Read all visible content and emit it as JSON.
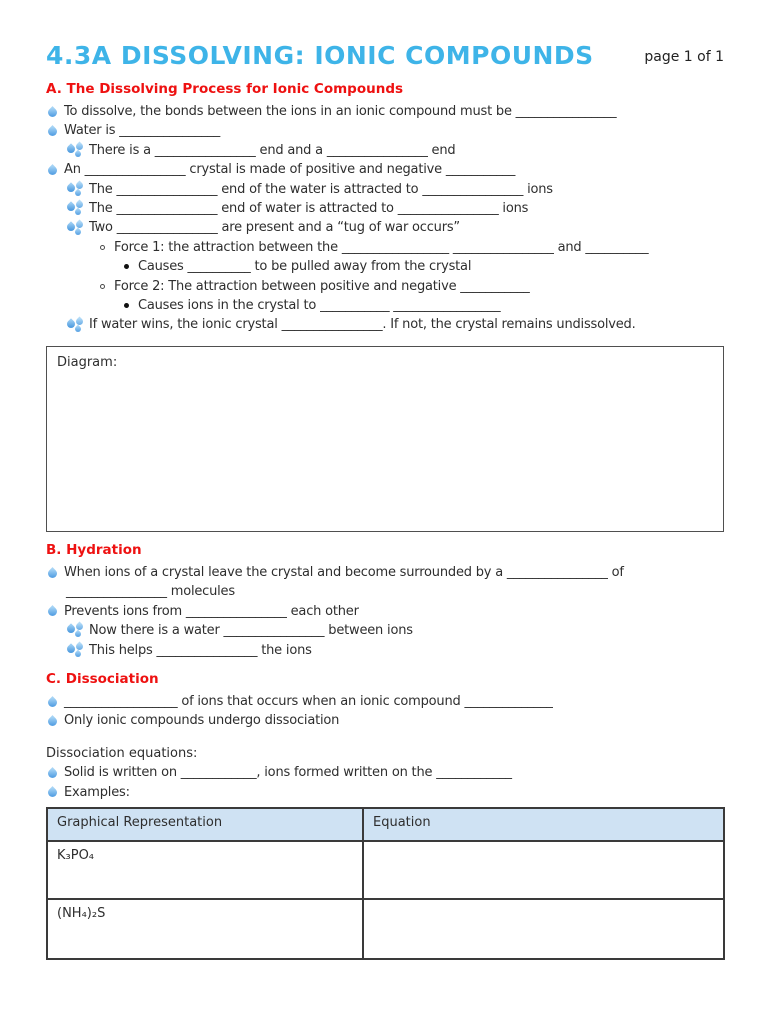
{
  "header": {
    "title": "4.3A DISSOLVING: IONIC COMPOUNDS",
    "page_label": "page 1 of 1"
  },
  "colors": {
    "title_blue": "#3eb4e8",
    "heading_red": "#ee1111",
    "drop_blue": "#5aa3e4",
    "table_header_bg": "#cfe2f3"
  },
  "icons": {
    "level1": "water-drop-icon",
    "level2": "water-drops-cluster-icon",
    "level3": "hollow-circle-bullet-icon",
    "level4": "filled-dot-bullet-icon"
  },
  "sections": {
    "a": {
      "heading": "A. The Dissolving Process for Ionic Compounds",
      "lines": [
        {
          "icon": "drop",
          "text": "To dissolve, the bonds between the ions in an ionic compound must be ________________"
        },
        {
          "icon": "drop",
          "text": "Water is ________________"
        },
        {
          "icon": "drops",
          "text": "There is a ________________ end and a ________________ end"
        },
        {
          "icon": "drop",
          "text": "An ________________ crystal is made of positive and negative ___________"
        },
        {
          "icon": "drops",
          "text": "The ________________ end of the water is attracted to ________________ ions"
        },
        {
          "icon": "drops",
          "text": "The ________________ end of water is attracted to ________________ ions"
        },
        {
          "icon": "drops",
          "text": "Two ________________ are present and a “tug of war occurs”"
        },
        {
          "icon": "circle",
          "text": "Force 1: the attraction between the _________________ ________________ and __________"
        },
        {
          "icon": "dot",
          "text": "Causes __________ to be pulled away from the crystal"
        },
        {
          "icon": "circle",
          "text": "Force 2: The attraction between positive and negative ___________"
        },
        {
          "icon": "dot",
          "text": "Causes ions in the crystal to ___________ _________________"
        },
        {
          "icon": "drops",
          "text": "If water wins, the ionic crystal ________________. If not, the crystal remains undissolved."
        }
      ]
    },
    "b": {
      "heading": "B. Hydration",
      "lines": [
        {
          "icon": "drop",
          "text": "When ions of a crystal leave the crystal and become surrounded by a ________________ of"
        },
        {
          "icon": "none",
          "text": "________________ molecules"
        },
        {
          "icon": "drop",
          "text": "Prevents ions from ________________ each other"
        },
        {
          "icon": "drops",
          "text": "Now there is a water ________________ between ions"
        },
        {
          "icon": "drops",
          "text": "This helps ________________ the ions"
        }
      ]
    },
    "c": {
      "heading": "C. Dissociation",
      "lines": [
        {
          "icon": "drop",
          "text": "__________________ of ions that occurs when an ionic compound ______________"
        },
        {
          "icon": "drop",
          "text": "Only ionic compounds undergo dissociation"
        }
      ]
    }
  },
  "diagram": {
    "label": "Diagram:"
  },
  "equations": {
    "intro": "Dissociation equations:",
    "lines": [
      {
        "icon": "drop",
        "text": "Solid is written on ____________, ions formed written on the ____________"
      },
      {
        "icon": "drop",
        "text": "Examples:"
      }
    ]
  },
  "table": {
    "headers": [
      "Graphical Representation",
      "Equation"
    ],
    "rows": [
      {
        "graphical": "K₃PO₄",
        "equation": ""
      },
      {
        "graphical": "(NH₄)₂S",
        "equation": ""
      }
    ]
  }
}
